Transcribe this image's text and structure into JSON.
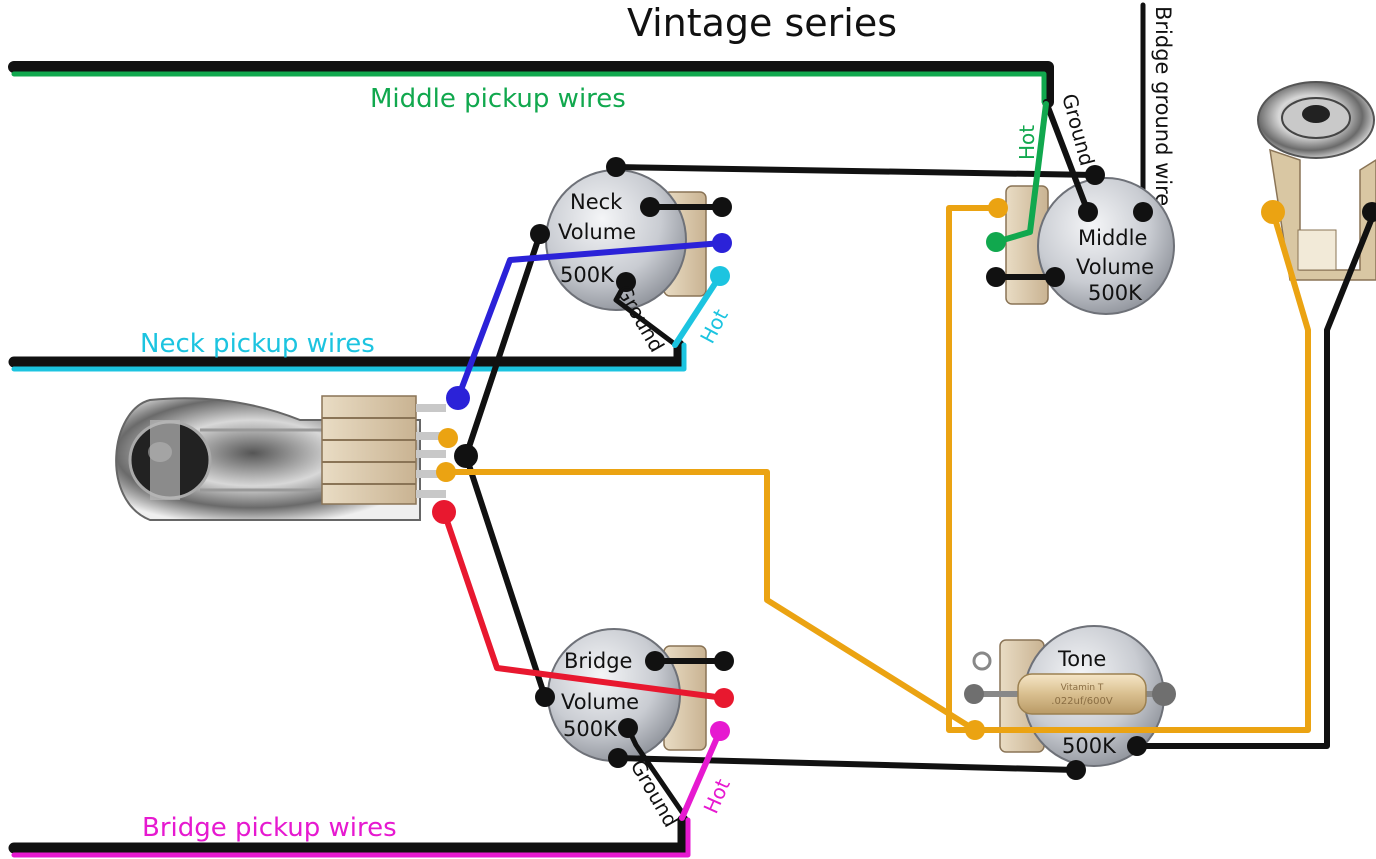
{
  "title": "Vintage series",
  "labels": {
    "middle_pickup_wires": "Middle pickup wires",
    "neck_pickup_wires": "Neck pickup wires",
    "bridge_pickup_wires": "Bridge pickup wires",
    "bridge_ground_wire": "Bridge ground wire"
  },
  "pots": {
    "neck": {
      "name": "Neck",
      "type": "Volume",
      "value": "500K",
      "hot": "Hot",
      "ground": "Ground"
    },
    "bridge": {
      "name": "Bridge",
      "type": "Volume",
      "value": "500K",
      "hot": "Hot",
      "ground": "Ground"
    },
    "middle": {
      "name": "Middle",
      "type": "Volume",
      "value": "500K",
      "hot": "Hot",
      "ground": "Ground"
    },
    "tone": {
      "name": "Tone",
      "value": "500K"
    }
  },
  "capacitor": {
    "line1": "Vitamin T",
    "line2": ".022uf/600V"
  },
  "colors": {
    "middle": "#11a84e",
    "neck_pickup": "#1cc4e0",
    "neck_hot_lead": "#2b22d8",
    "bridge_pickup": "#e619d0",
    "switch_bridge_lead": "#e8182f",
    "signal": "#eba312",
    "ground": "#111111"
  }
}
